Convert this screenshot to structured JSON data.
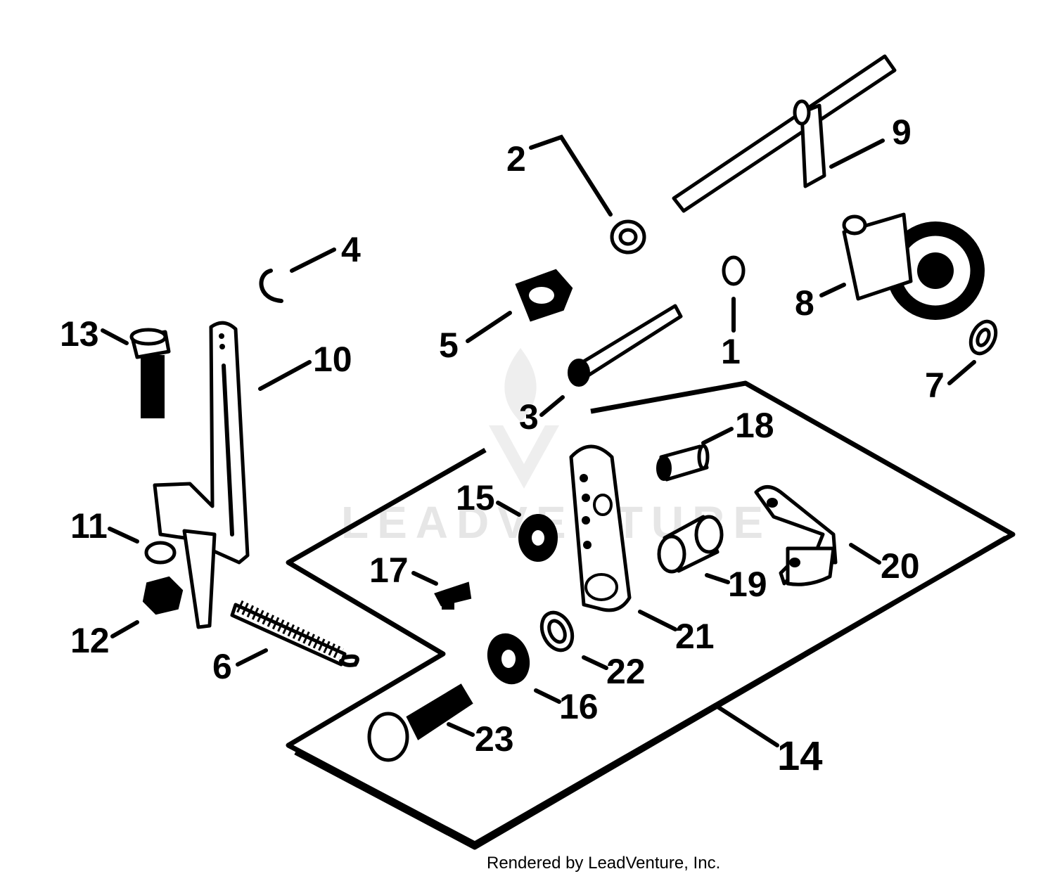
{
  "diagram": {
    "callouts": {
      "c1": "1",
      "c2": "2",
      "c3": "3",
      "c4": "4",
      "c5": "5",
      "c6": "6",
      "c7": "7",
      "c8": "8",
      "c9": "9",
      "c10": "10",
      "c11": "11",
      "c12": "12",
      "c13": "13",
      "c14": "14",
      "c15": "15",
      "c16": "16",
      "c17": "17",
      "c18": "18",
      "c19": "19",
      "c20": "20",
      "c21": "21",
      "c22": "22",
      "c23": "23"
    },
    "watermark": "LEADVENTURE",
    "credit": "Rendered by LeadVenture, Inc."
  }
}
